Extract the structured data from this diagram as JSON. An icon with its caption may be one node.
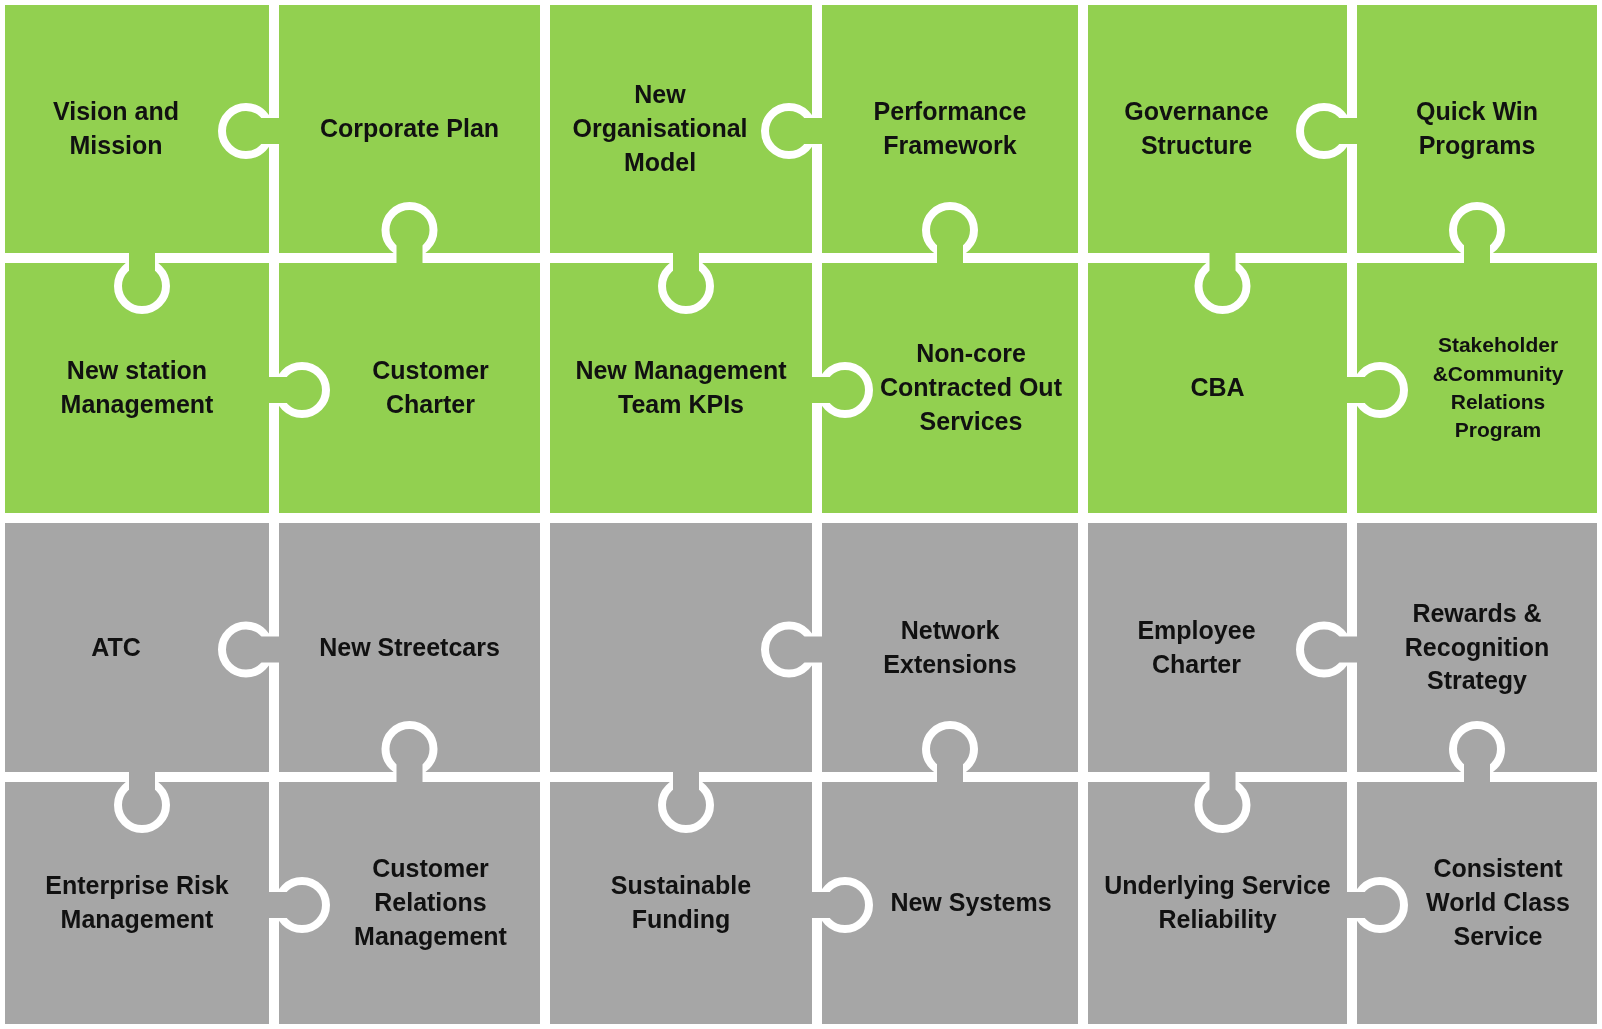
{
  "diagram": {
    "nodes": [
      {
        "text": [
          "Vision and Mission"
        ]
      },
      {
        "text": [
          "Corporate Plan"
        ]
      },
      {
        "text": [
          "New Organisational Model"
        ]
      },
      {
        "text": [
          "Performance Framework"
        ]
      },
      {
        "text": [
          "Governance Structure"
        ]
      },
      {
        "text": [
          "Quick Win Programs"
        ]
      },
      {
        "text": [
          "New station Management"
        ]
      },
      {
        "text": [
          "Customer Charter"
        ]
      },
      {
        "text": [
          "New Management Team KPIs"
        ]
      },
      {
        "text": [
          "Non-core Contracted Out Services"
        ]
      },
      {
        "text": [
          "CBA"
        ]
      },
      {
        "text": [
          "Stakeholder &Community Relations Program"
        ]
      },
      {
        "text": [
          "ATC"
        ]
      },
      {
        "text": [
          "New Streetcars"
        ]
      },
      {
        "text": [],
        "shape": "box"
      },
      {
        "text": [
          "Network Extensions"
        ]
      },
      {
        "text": [
          "Employee Charter"
        ]
      },
      {
        "text": [
          "Rewards & Recognition Strategy"
        ]
      },
      {
        "text": [
          "Enterprise Risk Management"
        ]
      },
      {
        "text": [
          "Customer Relations Management"
        ]
      },
      {
        "text": [
          "Sustainable Funding"
        ]
      },
      {
        "text": [
          "New Systems"
        ]
      },
      {
        "text": [
          "Underlying Service Reliability"
        ]
      },
      {
        "text": [
          "Consistent World Class Service"
        ]
      }
    ]
  }
}
